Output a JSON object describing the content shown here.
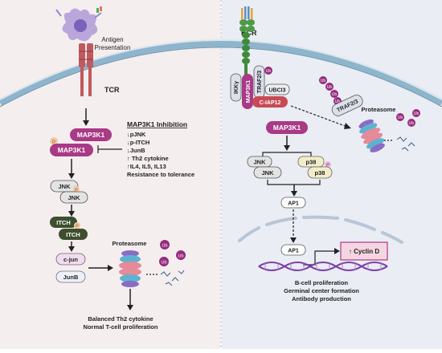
{
  "left": {
    "antigen": "Antigen Presentation",
    "antigen_l1": "Antigen",
    "antigen_l2": "Presentation",
    "tcr": "TCR",
    "map3k1_top": "MAP3K1",
    "map3k1_p": "MAP3K1",
    "p": "P",
    "inhibition_title": "MAP3K1 Inhibition",
    "inhibition_items": [
      "↓pJNK",
      "↓p-ITCH",
      "↓JunB",
      "↑ Th2 cytokine",
      "↑IL4, IL5, IL13",
      "Resistance to tolerance"
    ],
    "jnk1": "JNK",
    "jnk2": "JNK",
    "itch1": "ITCH",
    "itch2": "ITCH",
    "cjun": "c-jun",
    "junb": "JunB",
    "proteasome": "Proteasome",
    "ub": "Ub",
    "outcome_l1": "Balanced Th2 cytokine",
    "outcome_l2": "Normal T-cell proliferation"
  },
  "right": {
    "bcr": "BCR",
    "ikky": "IKKγ",
    "map3k1_v": "MAP3K1",
    "traf23": "TRAF2/3",
    "ubci3": "UBCI3",
    "ciap12": "C-IAP12",
    "traf23_free": "TRAF2/3",
    "proteasome": "Proteasome",
    "ub": "Ub",
    "map3k1": "MAP3K1",
    "jnk1": "JNK",
    "jnk2": "JNK",
    "p38_1": "p38",
    "p38_2": "p38",
    "p": "P",
    "ap1_a": "AP1",
    "ap1_b": "AP1",
    "cyclin": "↑ Cyclin D",
    "outcomes": [
      "B-cell proliferation",
      "Germinal center formation",
      "Antibody production"
    ]
  },
  "colors": {
    "left_bg": "#f5eeee",
    "right_bg": "#eaedf3",
    "magenta": "#a83a86",
    "dark_green": "#3d4f2e",
    "ub_purple": "#962b7c",
    "membrane": "#8fb5cc",
    "red_oval": "#c74a55",
    "p_orange": "#f1c9a4"
  }
}
